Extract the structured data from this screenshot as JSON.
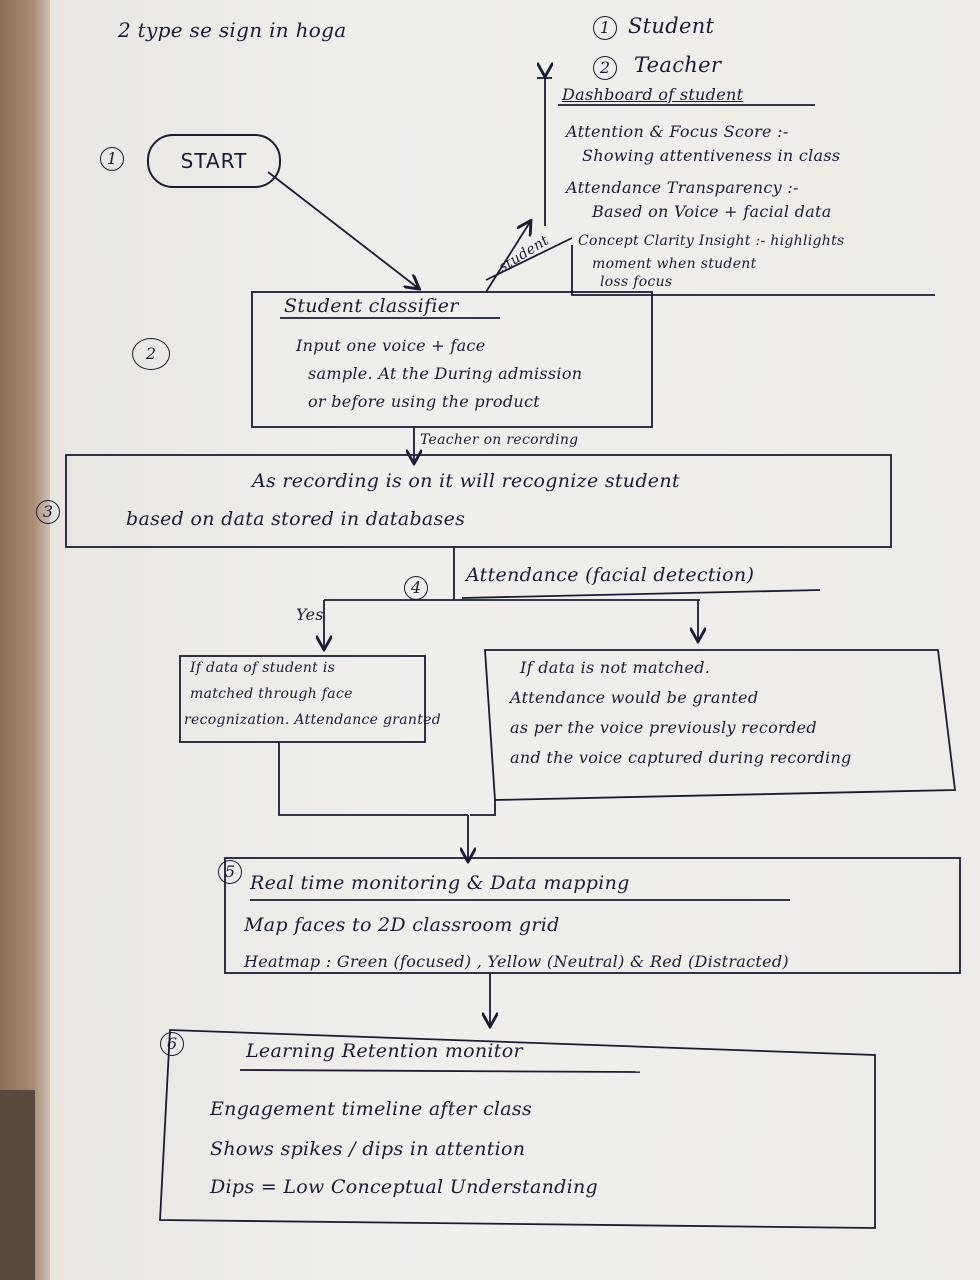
{
  "header": {
    "line1": "2 type se sign in hoga",
    "opt1_num": "1",
    "opt1": "Student",
    "opt2_num": "2",
    "opt2": "Teacher"
  },
  "dashboard": {
    "title": "Dashboard of student",
    "b1a": "Attention & Focus Score :-",
    "b1b": "Showing attentiveness in class",
    "b2a": "Attendance Transparency :-",
    "b2b": "Based on Voice + facial data",
    "b3a": "Concept Clarity Insight :- highlights",
    "b3b": "moment when student",
    "b3c": "loss focus"
  },
  "start": {
    "num": "1",
    "label": "START",
    "arrow_label": "student"
  },
  "step2": {
    "num": "2",
    "title": "Student classifier",
    "l1": "Input one voice + face",
    "l2": "sample. At the During admission",
    "l3": "or before using the product",
    "arrow_label": "Teacher on recording"
  },
  "step3": {
    "num": "3",
    "l1": "As recording is on it will recognize student",
    "l2": "based on data stored in databases"
  },
  "step4": {
    "num": "4",
    "title": "Attendance (facial detection)",
    "yes": "Yes",
    "left1": "If data of student is",
    "left2": "matched through face",
    "left3": "recognization. Attendance granted",
    "right1": "If data is not matched.",
    "right2": "Attendance would be granted",
    "right3": "as per the voice previously recorded",
    "right4": "and the voice captured during recording"
  },
  "step5": {
    "num": "5",
    "title": "Real time monitoring & Data mapping",
    "l1": "Map faces to 2D classroom grid",
    "l2": "Heatmap : Green (focused) , Yellow (Neutral) & Red (Distracted)"
  },
  "step6": {
    "num": "6",
    "title": "Learning Retention monitor",
    "l1": "Engagement timeline after class",
    "l2": "Shows spikes / dips in attention",
    "l3": "Dips = Low Conceptual Understanding"
  }
}
